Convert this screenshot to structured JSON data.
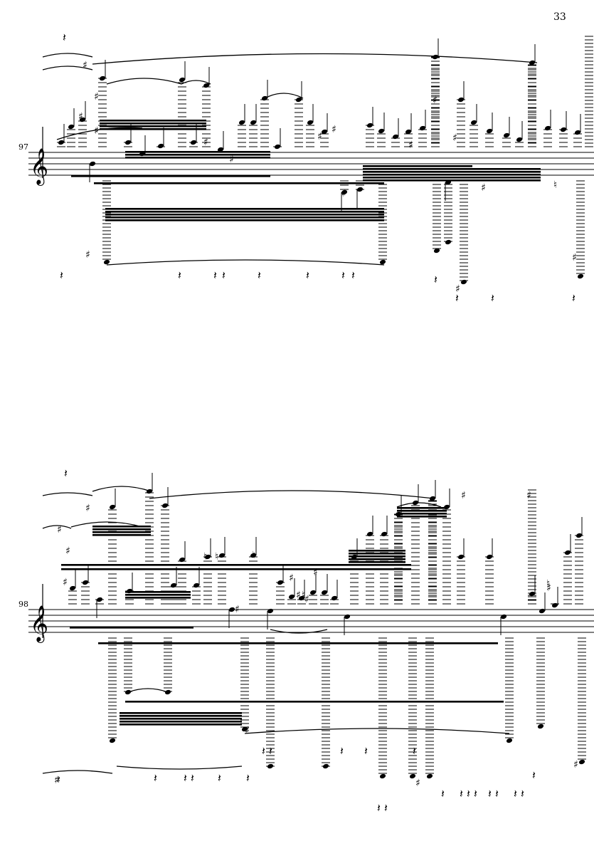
{
  "page": {
    "number": "33"
  },
  "systems": [
    {
      "measure": "97"
    },
    {
      "measure": "98"
    }
  ],
  "glyphs": {
    "treble_clef": "𝄞",
    "sharp": "♯",
    "natural": "♮",
    "rest": "𝄽"
  },
  "colors": {
    "ink": "#000000",
    "paper": "#ffffff"
  }
}
